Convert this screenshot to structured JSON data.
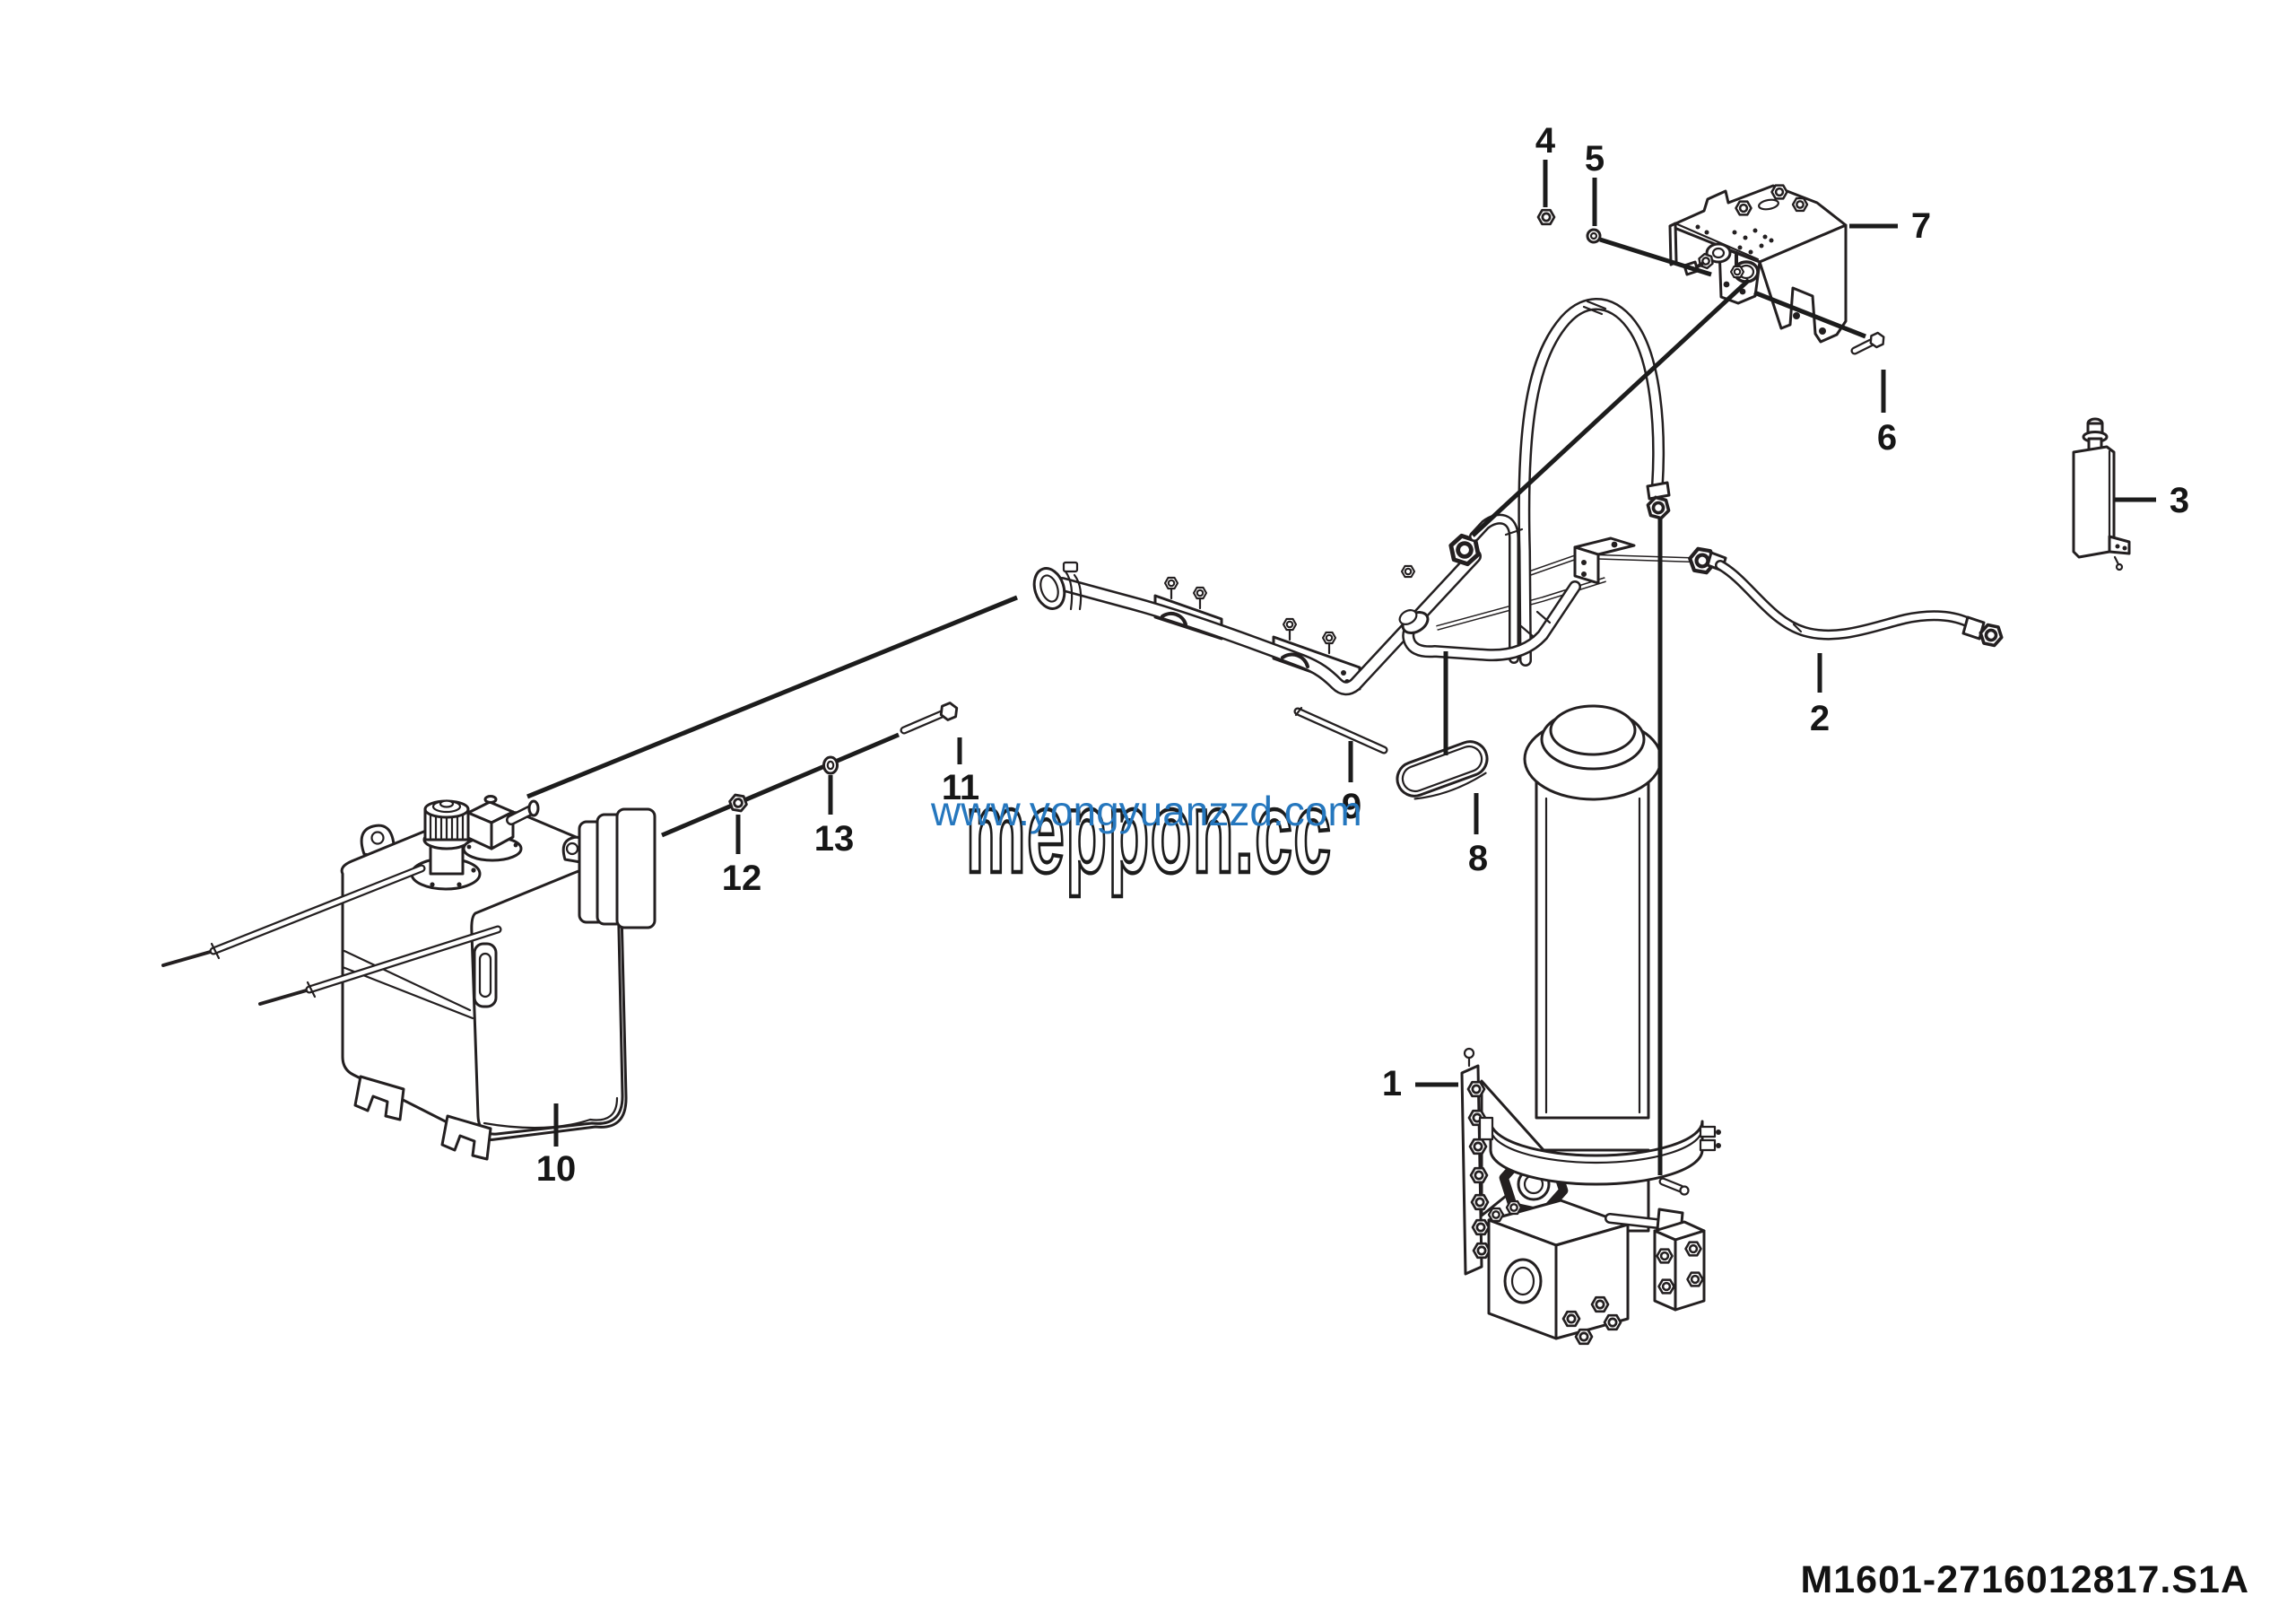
{
  "callouts": {
    "c1": "1",
    "c2": "2",
    "c3": "3",
    "c4": "4",
    "c5": "5",
    "c6": "6",
    "c7": "7",
    "c8": "8",
    "c9": "9",
    "c10": "10",
    "c11": "11",
    "c12": "12",
    "c13": "13"
  },
  "watermark": {
    "site_url": "www.yongyuanzzd.com",
    "brand": "meppon.cc",
    "url_color": "#2577be"
  },
  "footer": {
    "part_number": "M1601-2716012817.S1A"
  },
  "colors": {
    "line": "#231f20",
    "background": "#ffffff"
  }
}
